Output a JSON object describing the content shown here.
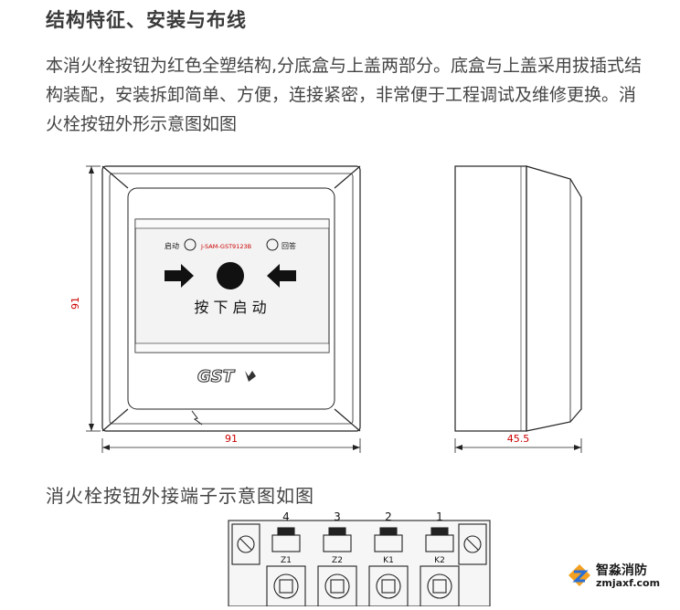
{
  "section1": {
    "title": "结构特征、安装与布线",
    "paragraph": "本消火栓按钮为红色全塑结构,分底盒与上盖两部分。底盒与上盖采用拔插式结构装配，安装拆卸简单、方便，连接紧密，非常便于工程调试及维修更换。消火栓按钮外形示意图如图"
  },
  "figure1": {
    "label_start": "启动",
    "label_model": "J-SAM-GST9123B",
    "label_reply": "回答",
    "press_text": "按 下 启 动",
    "brand": "GST",
    "dim_height": "91",
    "dim_width": "91",
    "dim_depth": "45.5"
  },
  "section2": {
    "title": "消火栓按钮外接端子示意图如图"
  },
  "terminal": {
    "numbers": [
      "4",
      "3",
      "2",
      "1"
    ],
    "names": [
      "Z1",
      "Z2",
      "K1",
      "K2"
    ]
  },
  "watermark": {
    "name": "智淼消防",
    "url": "zmjaxf.com"
  }
}
